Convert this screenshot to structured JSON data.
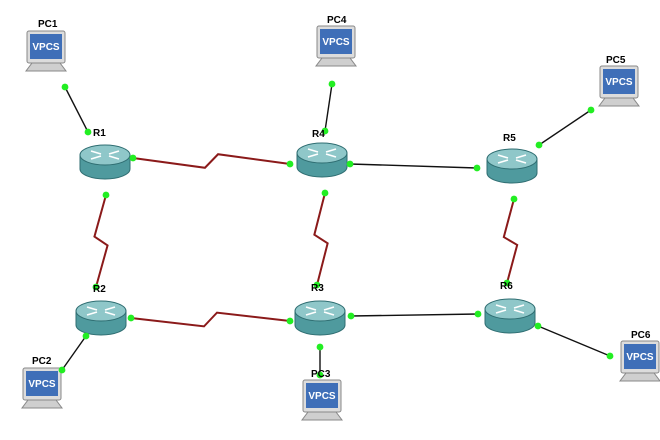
{
  "topology": {
    "routers": [
      {
        "id": "R1",
        "label": "R1"
      },
      {
        "id": "R2",
        "label": "R2"
      },
      {
        "id": "R3",
        "label": "R3"
      },
      {
        "id": "R4",
        "label": "R4"
      },
      {
        "id": "R5",
        "label": "R5"
      },
      {
        "id": "R6",
        "label": "R6"
      }
    ],
    "pcs": [
      {
        "id": "PC1",
        "label": "PC1",
        "screen_text": "VPCS"
      },
      {
        "id": "PC2",
        "label": "PC2",
        "screen_text": "VPCS"
      },
      {
        "id": "PC3",
        "label": "PC3",
        "screen_text": "VPCS"
      },
      {
        "id": "PC4",
        "label": "PC4",
        "screen_text": "VPCS"
      },
      {
        "id": "PC5",
        "label": "PC5",
        "screen_text": "VPCS"
      },
      {
        "id": "PC6",
        "label": "PC6",
        "screen_text": "VPCS"
      }
    ],
    "links": [
      {
        "a": "PC1",
        "b": "R1",
        "type": "ethernet"
      },
      {
        "a": "R1",
        "b": "R4",
        "type": "serial"
      },
      {
        "a": "R1",
        "b": "R2",
        "type": "serial"
      },
      {
        "a": "PC4",
        "b": "R4",
        "type": "ethernet"
      },
      {
        "a": "R4",
        "b": "R5",
        "type": "ethernet"
      },
      {
        "a": "R4",
        "b": "R3",
        "type": "serial"
      },
      {
        "a": "PC5",
        "b": "R5",
        "type": "ethernet"
      },
      {
        "a": "R5",
        "b": "R6",
        "type": "serial"
      },
      {
        "a": "R2",
        "b": "R3",
        "type": "serial"
      },
      {
        "a": "PC2",
        "b": "R2",
        "type": "ethernet"
      },
      {
        "a": "R3",
        "b": "R6",
        "type": "ethernet"
      },
      {
        "a": "PC3",
        "b": "R3",
        "type": "ethernet"
      },
      {
        "a": "R6",
        "b": "PC6",
        "type": "ethernet"
      }
    ],
    "colors": {
      "ethernet_link": "#111111",
      "serial_link": "#8b1a1a",
      "port_dot": "#22ee22",
      "router_body": "#4f9a9e",
      "router_top": "#8fc7c9",
      "pc_screen": "#3f6fb8",
      "pc_text": "#ffffff",
      "pc_body": "#dcdcdc"
    }
  }
}
